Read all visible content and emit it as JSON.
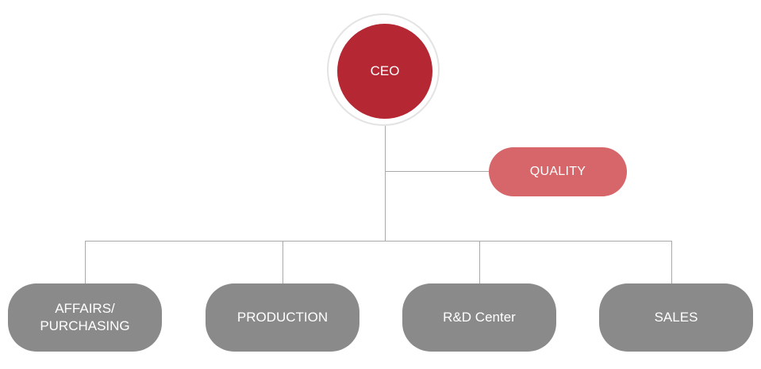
{
  "ceo": {
    "label": "CEO"
  },
  "quality": {
    "label": "QUALITY"
  },
  "departments": [
    {
      "label": "AFFAIRS/\nPURCHASING"
    },
    {
      "label": "PRODUCTION"
    },
    {
      "label": "R&D Center"
    },
    {
      "label": "SALES"
    }
  ],
  "colors": {
    "ceo": "#b42733",
    "quality": "#d6666a",
    "department": "#8a8a8a",
    "connector": "#a9a9a9"
  }
}
